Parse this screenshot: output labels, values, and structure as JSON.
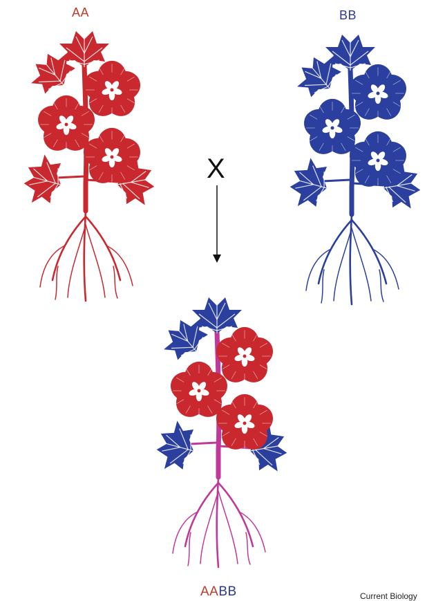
{
  "labels": {
    "parent_a": "AA",
    "parent_b": "BB",
    "cross": "X",
    "hybrid_a_part": "AA",
    "hybrid_b_part": "BB",
    "credit": "Current Biology"
  },
  "colors": {
    "genome_a": "#c8282e",
    "genome_b": "#2b3f9e",
    "hybrid_stem": "#c0399a",
    "label_a": "#c0392b",
    "label_b": "#2e3a8c"
  },
  "icons": {
    "plants": "cotton-plant-icon",
    "arrow": "arrow-down-icon"
  }
}
